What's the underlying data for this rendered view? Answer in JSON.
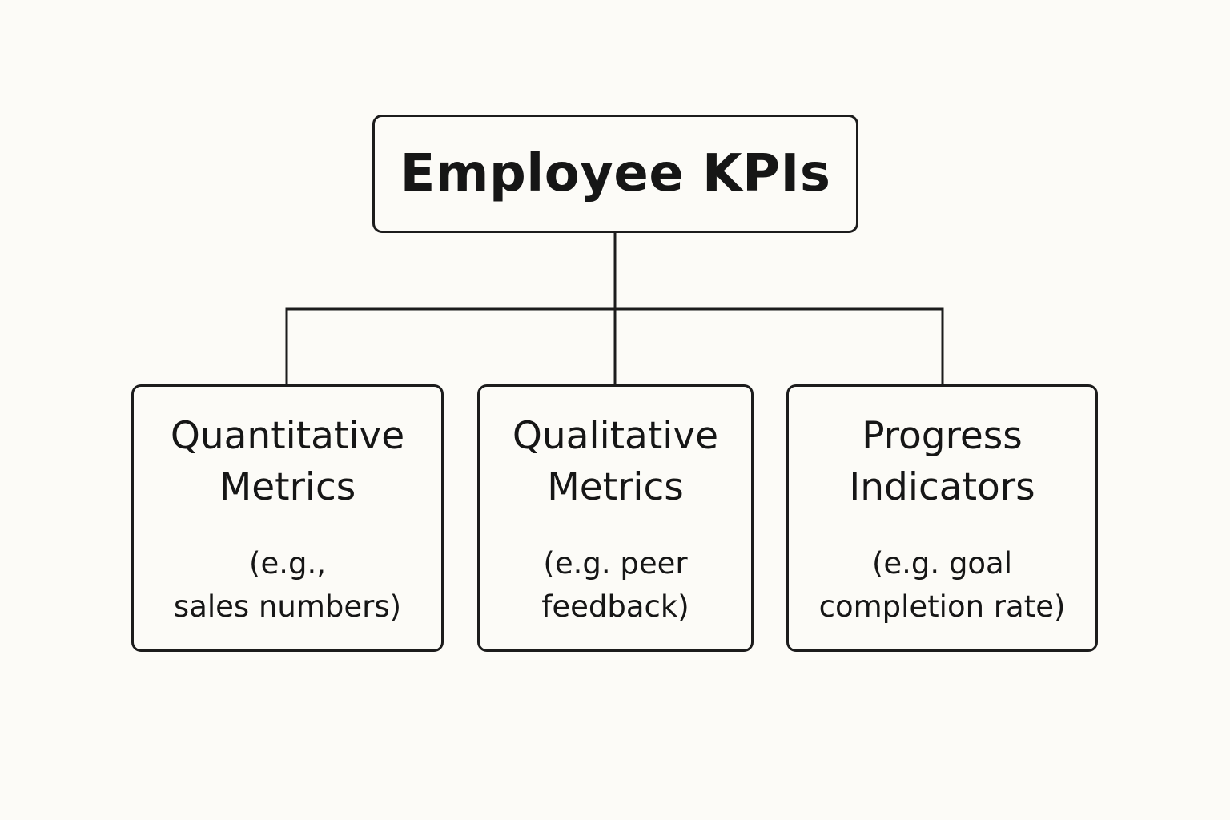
{
  "diagram": {
    "root": {
      "label": "Employee KPIs"
    },
    "children": [
      {
        "title_lines": [
          "Quantitative",
          "Metrics"
        ],
        "example_lines": [
          "(e.g.,",
          "sales numbers)"
        ]
      },
      {
        "title_lines": [
          "Qualitative",
          "Metrics"
        ],
        "example_lines": [
          "(e.g. peer",
          "feedback)"
        ]
      },
      {
        "title_lines": [
          "Progress",
          "Indicators"
        ],
        "example_lines": [
          "(e.g. goal",
          "completion rate)"
        ]
      }
    ]
  }
}
